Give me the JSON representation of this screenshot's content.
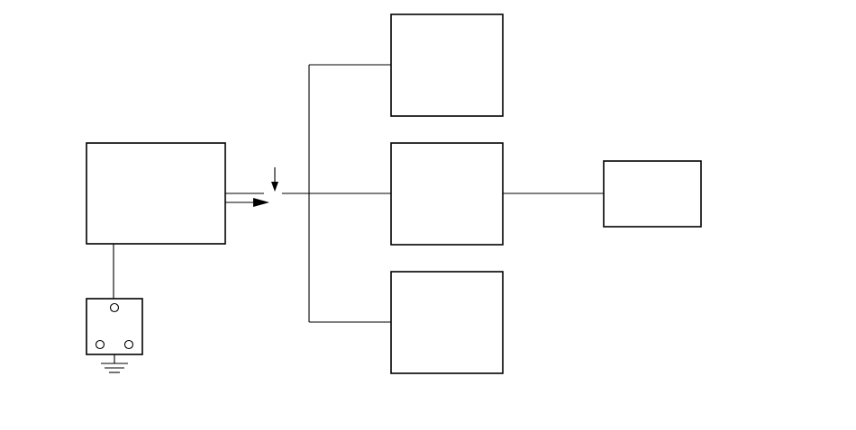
{
  "diagram": {
    "type": "block-diagram",
    "line_color": "#000000",
    "background_color": "#ffffff",
    "blocks": [
      {
        "id": "source-block",
        "label": ""
      },
      {
        "id": "upper-right-block",
        "label": ""
      },
      {
        "id": "middle-right-block",
        "label": ""
      },
      {
        "id": "lower-right-block",
        "label": ""
      },
      {
        "id": "far-right-block",
        "label": ""
      },
      {
        "id": "socket-block",
        "label": ""
      }
    ],
    "connections": [
      {
        "from": "source-block",
        "to": "switch"
      },
      {
        "from": "switch",
        "to": "upper-right-block"
      },
      {
        "from": "switch",
        "to": "middle-right-block"
      },
      {
        "from": "switch",
        "to": "lower-right-block"
      },
      {
        "from": "middle-right-block",
        "to": "far-right-block"
      },
      {
        "from": "source-block",
        "to": "socket-block"
      },
      {
        "from": "socket-block",
        "to": "ground"
      }
    ],
    "icons": [
      "switch-arrow-icon",
      "output-arrow-icon",
      "socket-terminal-icon",
      "ground-icon"
    ]
  }
}
